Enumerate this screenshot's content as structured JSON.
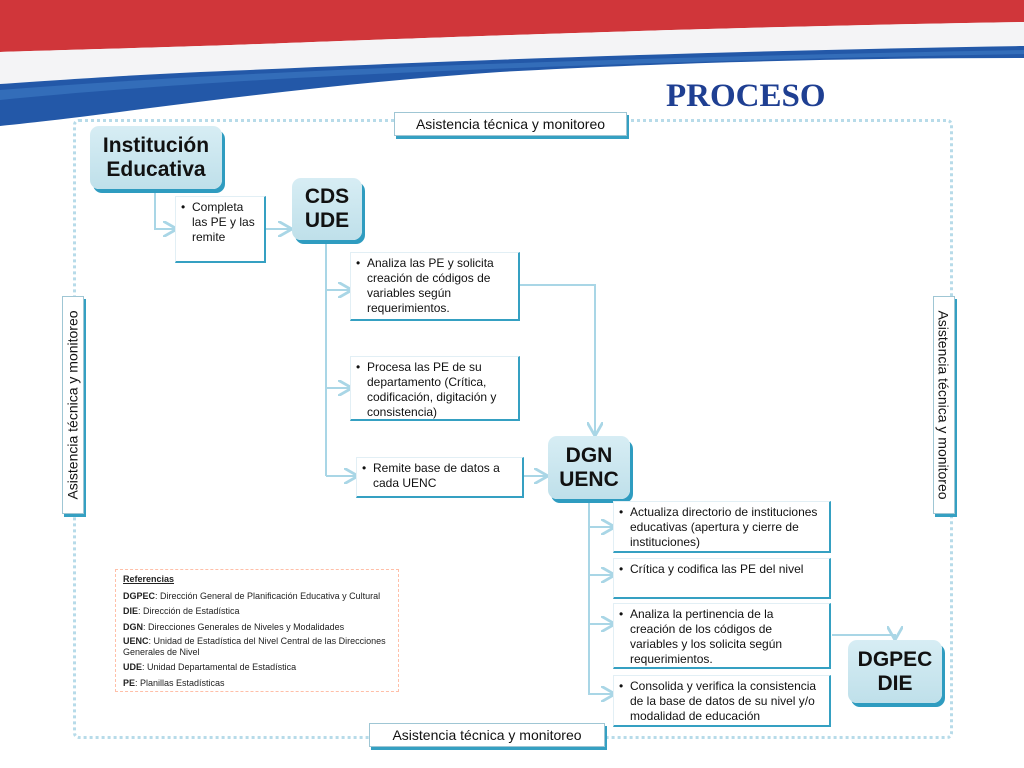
{
  "title": "PROCESO",
  "frame_labels": {
    "top": "Asistencia técnica y monitoreo",
    "bottom": "Asistencia técnica y monitoreo",
    "left": "Asistencia técnica y monitoreo",
    "right": "Asistencia técnica y monitoreo"
  },
  "entities": {
    "institucion": [
      "Institución",
      "Educativa"
    ],
    "cds": [
      "CDS",
      "UDE"
    ],
    "dgn": [
      "DGN",
      "UENC"
    ],
    "dgpec": [
      "DGPEC",
      "DIE"
    ]
  },
  "steps": {
    "completa": [
      "Completa",
      "las PE y las",
      "remite"
    ],
    "analiza": [
      "Analiza las PE y solicita",
      "creación de códigos de",
      "variables según",
      "requerimientos."
    ],
    "procesa": [
      "Procesa las PE de su",
      "departamento (Crítica,",
      "codificación, digitación y",
      "consistencia)"
    ],
    "remite": [
      "Remite base de datos a",
      "cada UENC"
    ],
    "actualiza": [
      "Actualiza directorio de instituciones",
      "educativas (apertura y cierre de",
      "instituciones)"
    ],
    "critica": [
      "Crítica y codifica las PE del nivel"
    ],
    "pertinencia": [
      "Analiza la pertinencia de la",
      "creación de los códigos de",
      "variables y los solicita según",
      "requerimientos."
    ],
    "consolida": [
      "Consolida y verifica la consistencia",
      "de la base de datos de su nivel y/o",
      "modalidad de educación"
    ]
  },
  "bullet": "•",
  "references": {
    "title": "Referencias",
    "items": [
      {
        "key": "DGPEC",
        "text": ": Dirección General de Planificación Educativa y Cultural"
      },
      {
        "key": "DIE",
        "text": ": Dirección de Estadística"
      },
      {
        "key": "DGN",
        "text": ": Direcciones Generales de Niveles y Modalidades"
      },
      {
        "key": "UENC",
        "text": ": Unidad de Estadística del Nivel Central de las Direcciones Generales de Nivel"
      },
      {
        "key": "UDE",
        "text": ": Unidad  Departamental de Estadística"
      },
      {
        "key": "PE",
        "text": ": Planillas Estadísticas"
      }
    ]
  },
  "colors": {
    "banner_red": "#d0363a",
    "banner_blue": "#2358a8",
    "title": "#1f3f92",
    "box_fill": "#cbe7f0",
    "accent": "#35a0c2",
    "connector": "#a9d6e6"
  }
}
